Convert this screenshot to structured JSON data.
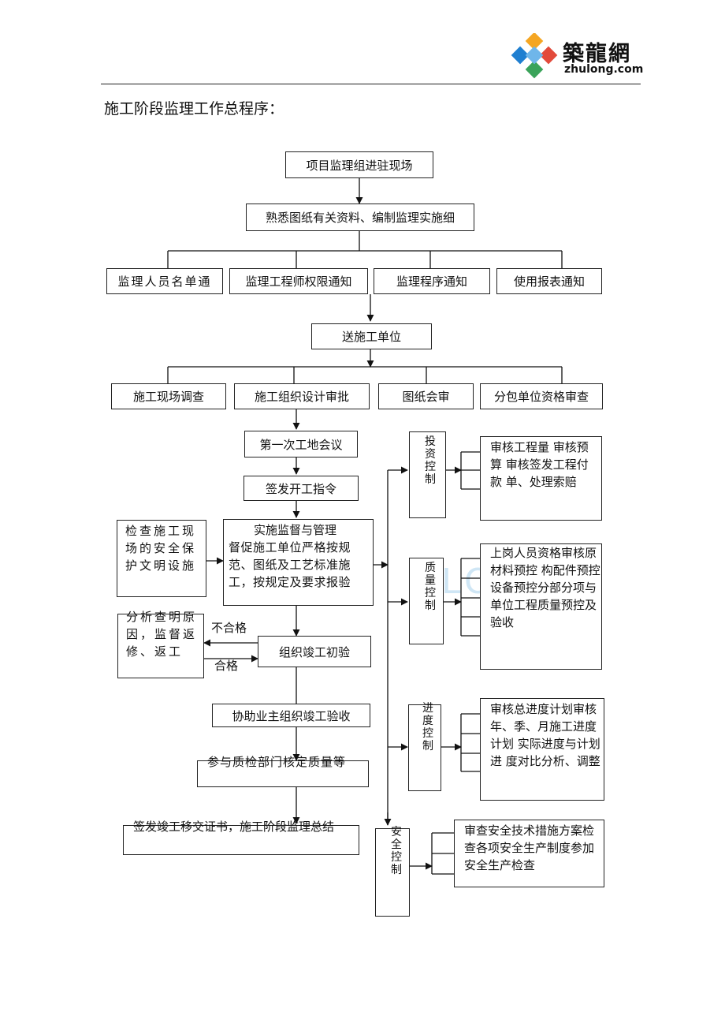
{
  "header": {
    "logo_cn": "築龍網",
    "logo_en": "zhulong.com",
    "watermark": "LONG"
  },
  "page_title": "施工阶段监理工作总程序：",
  "flow": {
    "step1": "项目监理组进驻现场",
    "step2": "熟悉图纸有关资料、编制监理实施细",
    "notices": [
      "监理人员名单通",
      "监理工程师权限通知",
      "监理程序通知",
      "使用报表通知"
    ],
    "send": "送施工单位",
    "checks": [
      "施工现场调查",
      "施工组织设计审批",
      "图纸会审",
      "分包单位资格审查"
    ],
    "meeting": "第一次工地会议",
    "start_order": "签发开工指令",
    "safety_check": "检查施工现场的安全保护文明设施",
    "supervise": {
      "title": "实施监督与管理",
      "body": "督促施工单位严格按规范、图纸及工艺标准施工，按规定及要求报验"
    },
    "analyze": "分析查明原因，监督返修、返工",
    "fail_label": "不合格",
    "pass_label": "合格",
    "pre_accept": "组织竣工初验",
    "assist": "协助业主组织竣工验收",
    "quality_rating": "参与质检部门核定质量等",
    "handover": "签发竣工移交证书，施工阶段监理总结"
  },
  "controls": [
    {
      "name": "投资控制",
      "detail": "审核工程量  审核预算  审核签发工程付款  单、处理索赔"
    },
    {
      "name": "质量控制",
      "detail": "上岗人员资格审核原材料预控  构配件预控  设备预控分部分项与单位工程质量预控及验收"
    },
    {
      "name": "进度控制",
      "detail": "审核总进度计划审核年、季、月施工进度计划  实际进度与计划进  度对比分析、调整"
    },
    {
      "name": "安全控制",
      "detail": "审查安全技术措施方案检查各项安全生产制度参加安全生产检查"
    }
  ]
}
